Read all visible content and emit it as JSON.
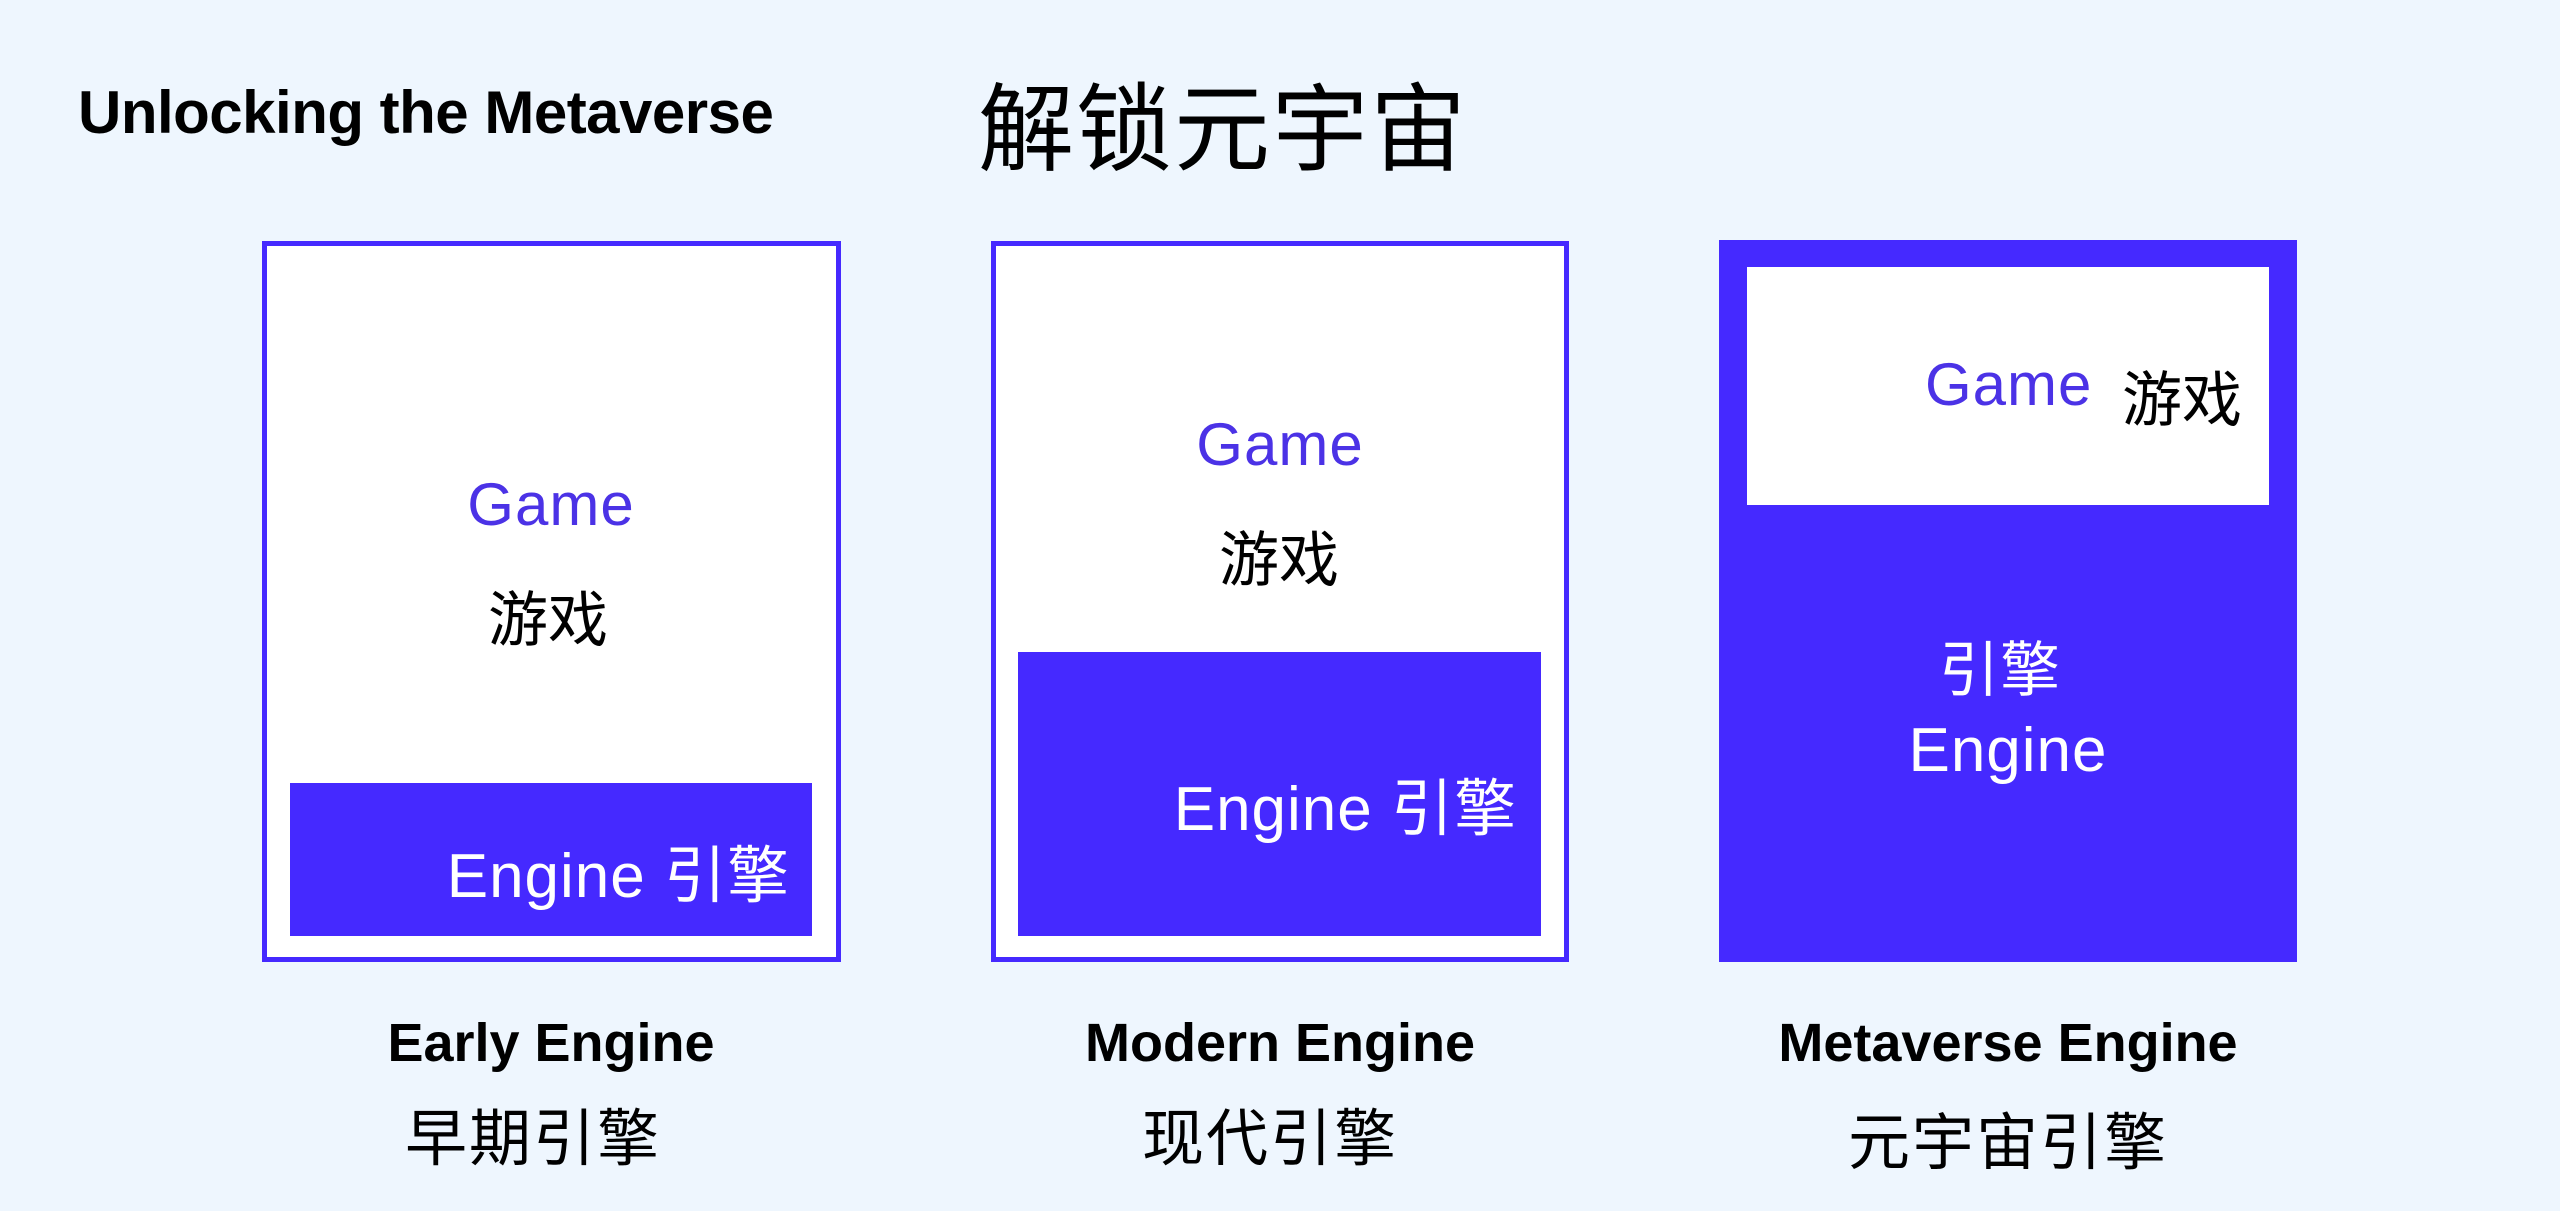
{
  "header": {
    "title_en": "Unlocking the Metaverse",
    "title_zh": "解锁元宇宙"
  },
  "colors": {
    "background": "#EEF6FE",
    "accent_blue": "#4529FF",
    "game_text": "#4B32E6",
    "box_fill": "#FFFFFF"
  },
  "panels": [
    {
      "game_en": "Game",
      "game_zh": "游戏",
      "engine_label": "Engine 引擎",
      "label_en": "Early Engine",
      "label_zh": "早期引擎"
    },
    {
      "game_en": "Game",
      "game_zh": "游戏",
      "engine_label": "Engine 引擎",
      "label_en": "Modern Engine",
      "label_zh": "现代引擎"
    },
    {
      "game_en": "Game",
      "game_zh": "游戏",
      "engine_zh": "引擎",
      "engine_en": "Engine",
      "label_en": "Metaverse Engine",
      "label_zh": "元宇宙引擎"
    }
  ]
}
